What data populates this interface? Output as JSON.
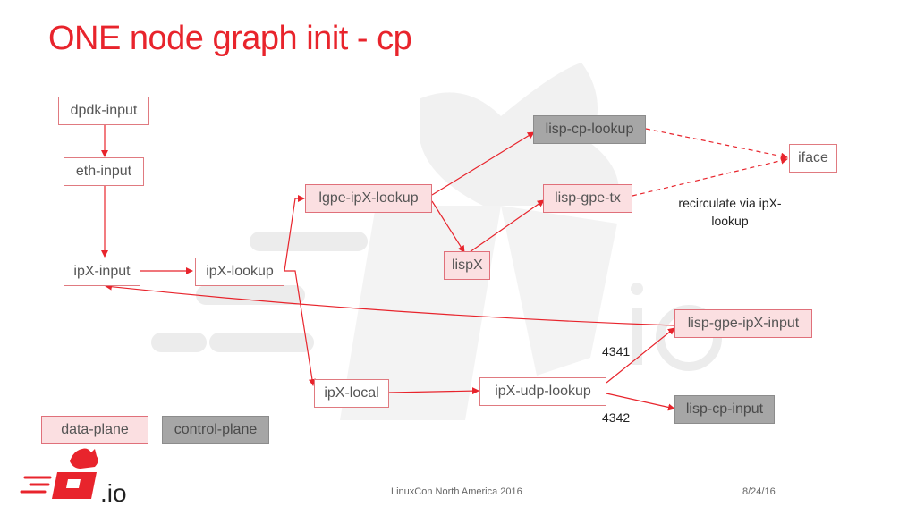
{
  "title": "ONE node graph init - cp",
  "nodes": {
    "dpdk_input": "dpdk-input",
    "eth_input": "eth-input",
    "ipx_input": "ipX-input",
    "ipx_lookup": "ipX-lookup",
    "lgpe_ipx_lookup": "lgpe-ipX-lookup",
    "lispx": "lispX",
    "lisp_cp_lookup": "lisp-cp-lookup",
    "lisp_gpe_tx": "lisp-gpe-tx",
    "iface": "iface",
    "lisp_gpe_ipx_input": "lisp-gpe-ipX-input",
    "ipx_local": "ipX-local",
    "ipx_udp_lookup": "ipX-udp-lookup",
    "lisp_cp_input": "lisp-cp-input"
  },
  "labels": {
    "recirculate": "recirculate via ipX-lookup",
    "port_4341": "4341",
    "port_4342": "4342"
  },
  "legend": {
    "data_plane": "data-plane",
    "control_plane": "control-plane"
  },
  "footer": {
    "event": "LinuxCon North America 2016",
    "date": "8/24/16"
  },
  "logo_text": ".io",
  "colors": {
    "title": "#e8242c",
    "edge": "#e8242c",
    "data_plane_fill": "#fbdfe1",
    "control_plane_fill": "#a6a6a6"
  }
}
